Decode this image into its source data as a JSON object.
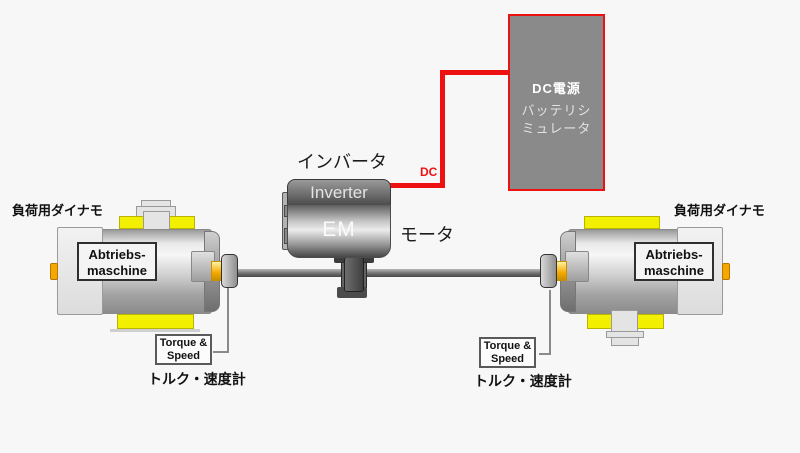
{
  "colors": {
    "background": "#f7f7f7",
    "wire_red": "#ee1111",
    "dc_box_fill": "#8a8a8a",
    "mount_yellow": "#f3ef00",
    "coupling_orange": "#f5a800"
  },
  "dc_box": {
    "title": "DC電源",
    "subtitle_line1": "バッテリシ",
    "subtitle_line2": "ミュレータ"
  },
  "wire": {
    "label": "DC"
  },
  "inverter": {
    "jp_label": "インバータ",
    "unit_label": "Inverter",
    "em_label": "EM"
  },
  "motor": {
    "jp_label": "モータ"
  },
  "left_machine": {
    "jp_label": "負荷用ダイナモ",
    "plate_line1": "Abtriebs-",
    "plate_line2": "maschine",
    "sensor_box_line1": "Torque &",
    "sensor_box_line2": "Speed",
    "sensor_jp_label": "トルク・速度計"
  },
  "right_machine": {
    "jp_label": "負荷用ダイナモ",
    "plate_line1": "Abtriebs-",
    "plate_line2": "maschine",
    "sensor_box_line1": "Torque &",
    "sensor_box_line2": "Speed",
    "sensor_jp_label": "トルク・速度計"
  }
}
